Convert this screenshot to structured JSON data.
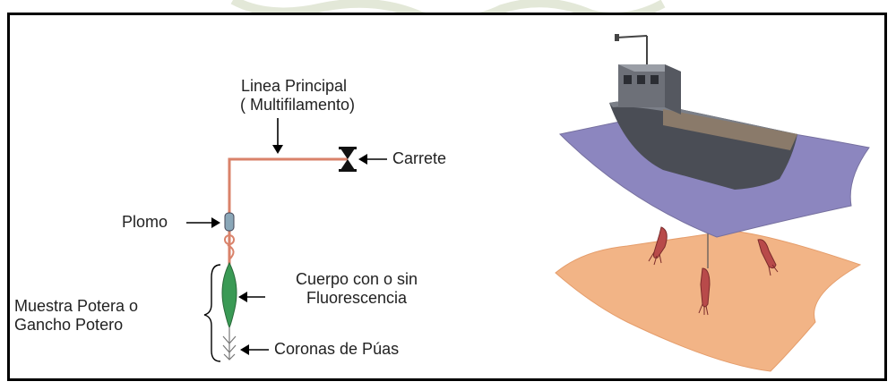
{
  "labels": {
    "main_line_1": "Linea Principal",
    "main_line_2": "( Multifilamento)",
    "reel": "Carrete",
    "sinker": "Plomo",
    "sample_1": "Muestra Potera o",
    "sample_2": "Gancho Potero",
    "body_1": "Cuerpo con o sin",
    "body_2": "Fluorescencia",
    "crowns": "Coronas de Púas"
  },
  "colors": {
    "line": "#d9826a",
    "lure_body": "#3a9a55",
    "water": "#8c86bf",
    "seabed": "#f2b486",
    "hull": "#4a4d55",
    "squid": "#b84a4a"
  }
}
